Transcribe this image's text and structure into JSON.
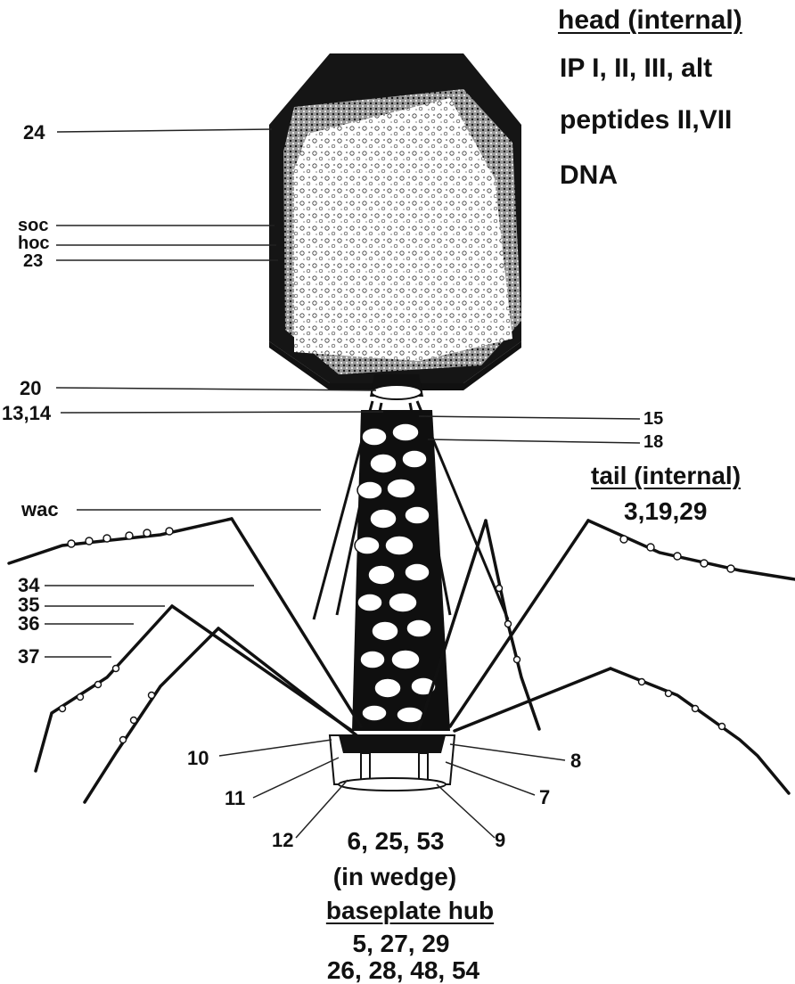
{
  "left_labels": {
    "l24": "24",
    "soc": "soc",
    "hoc": "hoc",
    "l23": "23",
    "l20": "20",
    "l1314": "13,14",
    "wac": "wac",
    "l34": "34",
    "l35": "35",
    "l36": "36",
    "l37": "37"
  },
  "right_labels": {
    "l15": "15",
    "l18": "18"
  },
  "baseplate_labels": {
    "l10": "10",
    "l11": "11",
    "l12": "12",
    "l8": "8",
    "l7": "7",
    "l9": "9"
  },
  "head_block": {
    "title": "head (internal)",
    "line1": "IP I, II, III, alt",
    "line2": "peptides II,VII",
    "line3": "DNA"
  },
  "tail_block": {
    "title": "tail (internal)",
    "line1": "3,19,29"
  },
  "bottom_block": {
    "line1": "6, 25, 53",
    "line2": "(in wedge)",
    "title": "baseplate hub",
    "line3": "5, 27, 29",
    "line4": "26, 28, 48, 54"
  }
}
